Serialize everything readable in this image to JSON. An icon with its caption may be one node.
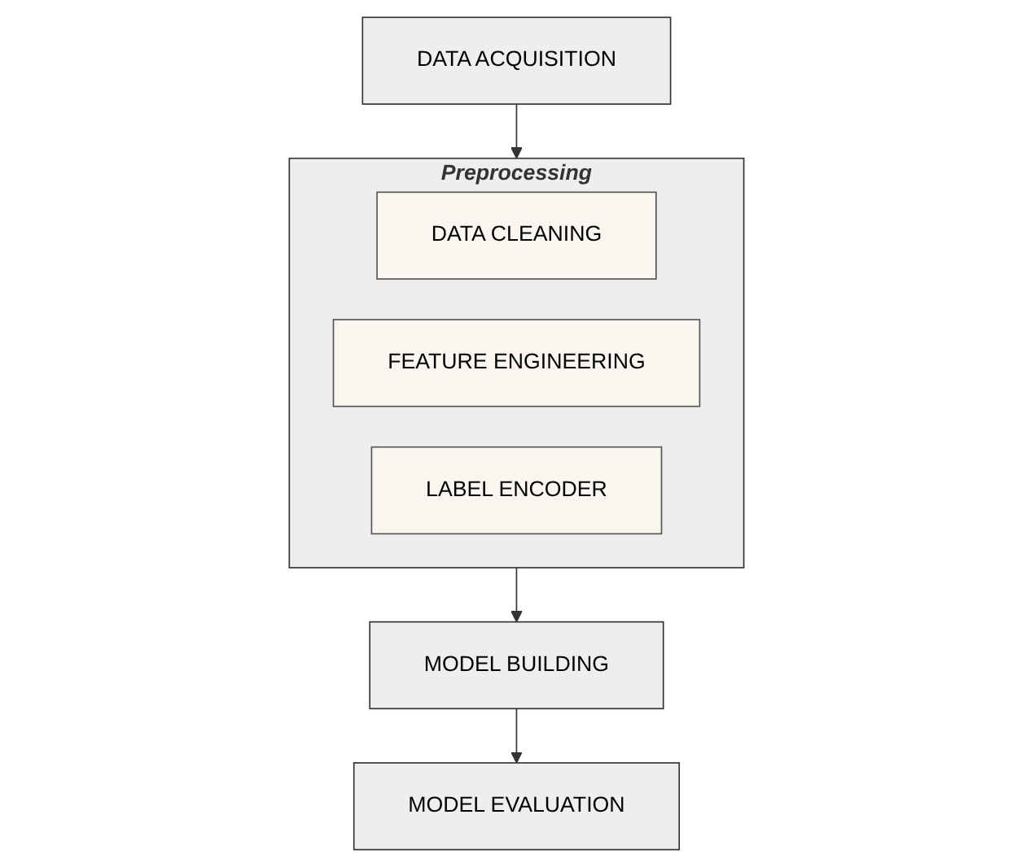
{
  "diagram": {
    "nodes": [
      {
        "text": [
          "DATA ACQUISITION"
        ]
      },
      {
        "text": [
          "Preprocessing"
        ]
      },
      {
        "text": [
          "DATA CLEANING"
        ],
        "in": 1
      },
      {
        "text": [
          "FEATURE ENGINEERING"
        ],
        "in": 1
      },
      {
        "text": [
          "LABEL ENCODER"
        ],
        "in": 1
      },
      {
        "text": [
          "MODEL BUILDING"
        ]
      },
      {
        "text": [
          "MODEL EVALUATION"
        ]
      }
    ],
    "edges": [
      {
        "from": 0,
        "to": 1,
        "arrow": "to"
      },
      {
        "from": 1,
        "to": 5,
        "arrow": "to"
      },
      {
        "from": 5,
        "to": 6,
        "arrow": "to"
      }
    ]
  }
}
